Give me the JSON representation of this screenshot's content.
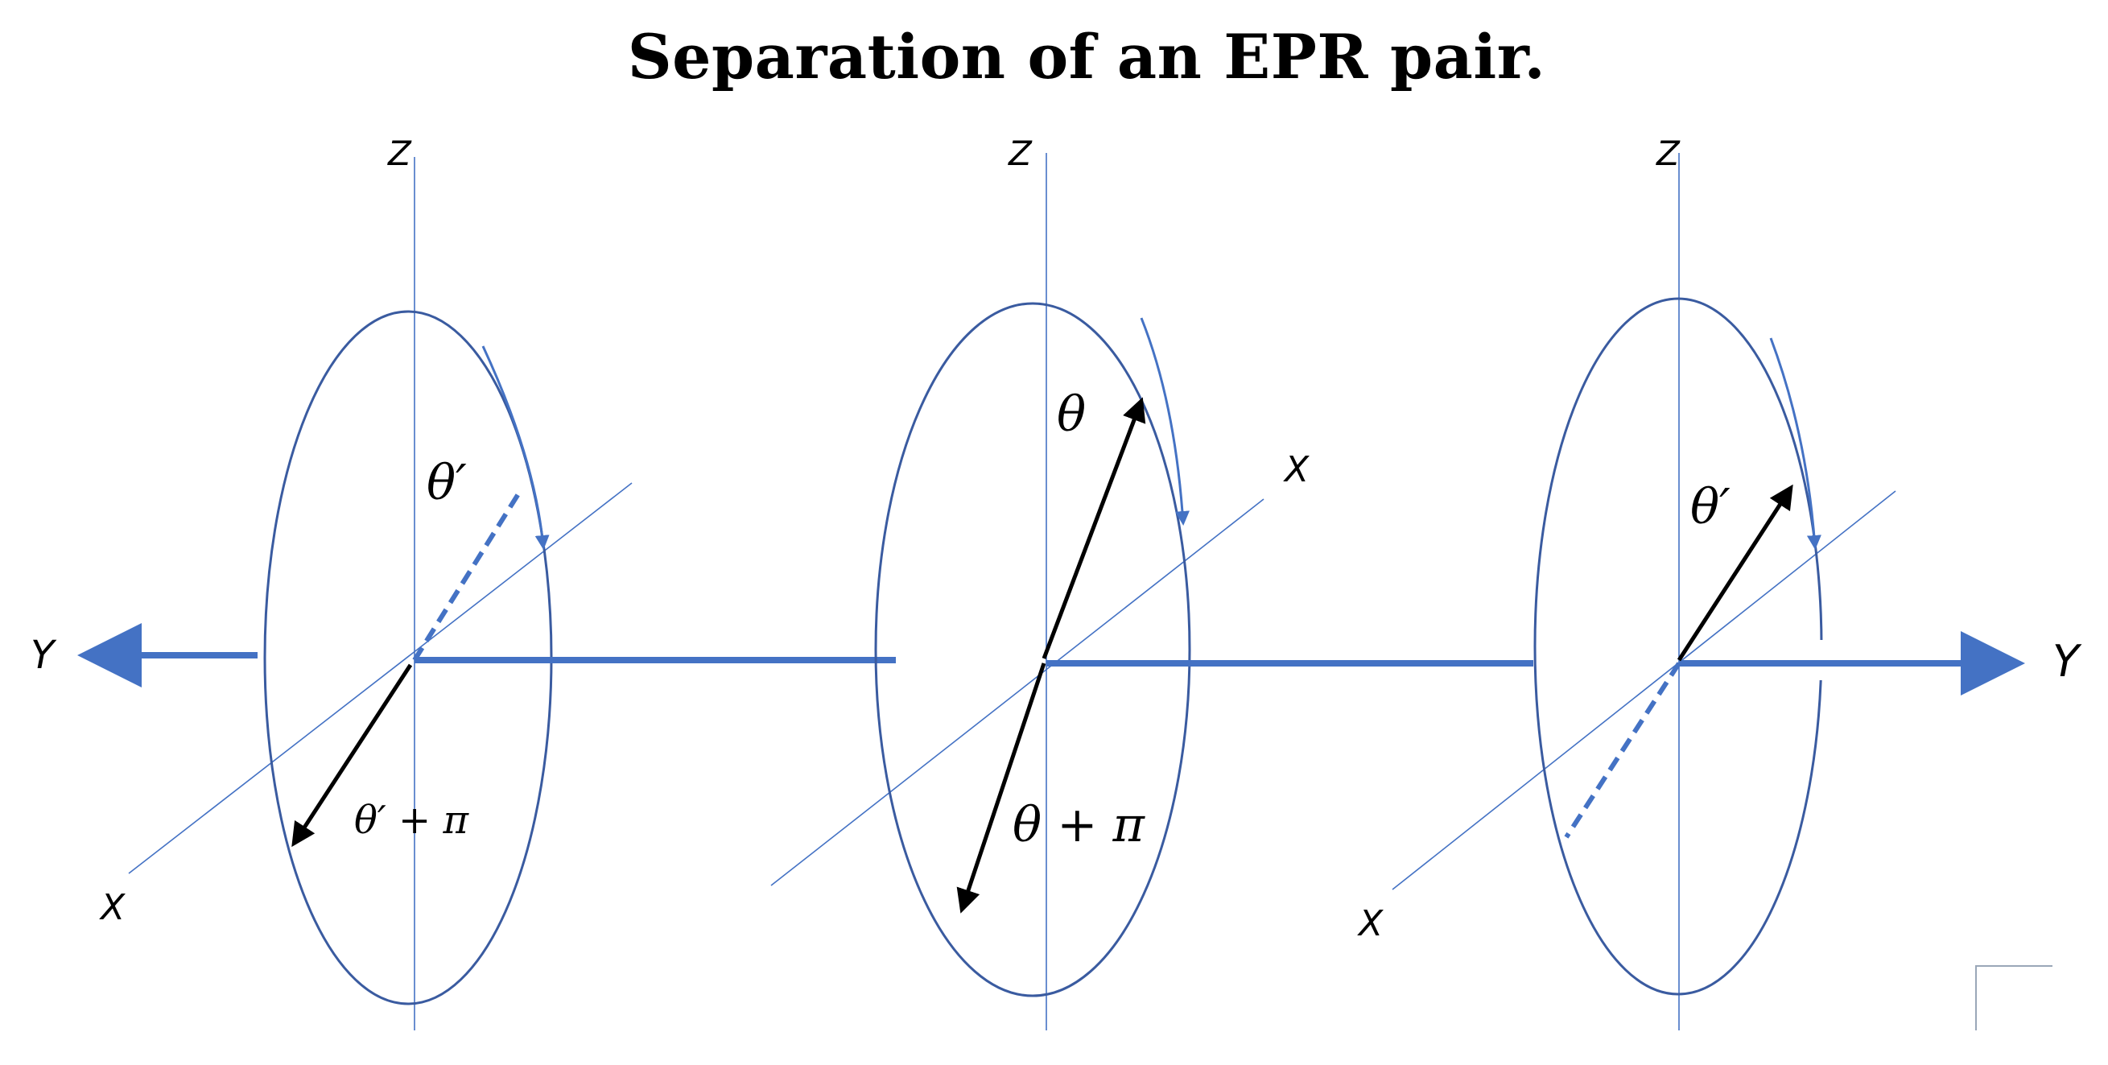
{
  "title": "Separation of an EPR pair.",
  "colors": {
    "axis_blue": "#4472C4",
    "ellipse_blue": "#3A5BA0",
    "vector_black": "#000000"
  },
  "left_frame": {
    "z_label": "Z",
    "x_label": "X",
    "y_label": "Y",
    "angle_label": "θ′",
    "opposite_label": "θ′ + π"
  },
  "middle_frame": {
    "z_label": "Z",
    "x_label": "X",
    "angle_label": "θ",
    "opposite_label": "θ + π"
  },
  "right_frame": {
    "z_label": "Z",
    "x_label": "X",
    "y_label": "Y",
    "angle_label": "θ′"
  }
}
